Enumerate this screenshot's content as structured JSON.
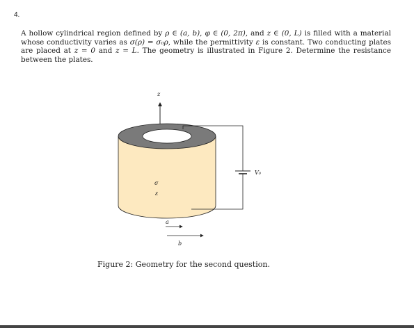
{
  "question": {
    "number": "4.",
    "text_parts": {
      "p1": "A hollow cylindrical region defined by ",
      "rho_range": "ρ ∈ (a, b)",
      "c1": ", ",
      "phi_range": "φ ∈ (0, 2π)",
      "c2": ", and ",
      "z_range": "z ∈ (0, L)",
      "p2": " is filled with a material whose conductivity varies as ",
      "sigma_expr": "σ(ρ) = σ₀ρ",
      "p3": ", while the permittivity ",
      "eps": "ε",
      "p4": " is constant. Two conducting plates are placed at ",
      "z0": "z = 0",
      "p5": " and ",
      "zL": "z = L",
      "p6": ". The geometry is illustrated in Figure 2. Determine the resistance between the plates."
    }
  },
  "figure": {
    "z_label": "z",
    "sigma_label": "σ",
    "eps_label": "ε",
    "a_label": "a",
    "b_label": "b",
    "voltage_label": "V₀",
    "colors": {
      "top_ring": "#7a7a7a",
      "body_fill": "#fde9c0",
      "outline": "#222222"
    }
  },
  "caption": "Figure 2: Geometry for the second question."
}
